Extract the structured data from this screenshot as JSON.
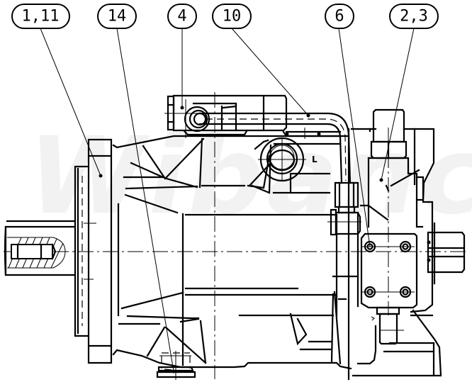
{
  "drawing": {
    "subject": "Hydraulic axial piston pump — side view",
    "watermark": "Wibanco",
    "port_label": "L",
    "line_color": "#000000",
    "background_color": "#ffffff",
    "watermark_color": "#f2f2f2"
  },
  "callouts": [
    {
      "id": "c1",
      "label": "1,11",
      "target": "mounting flange"
    },
    {
      "id": "c2",
      "label": "14",
      "target": "drain / bottom plug"
    },
    {
      "id": "c3",
      "label": "4",
      "target": "pipe fitting block"
    },
    {
      "id": "c4",
      "label": "10",
      "target": "control line pipe"
    },
    {
      "id": "c5",
      "label": "6",
      "target": "control valve mounting screws"
    },
    {
      "id": "c6",
      "label": "2,3",
      "target": "pressure control valve"
    }
  ]
}
